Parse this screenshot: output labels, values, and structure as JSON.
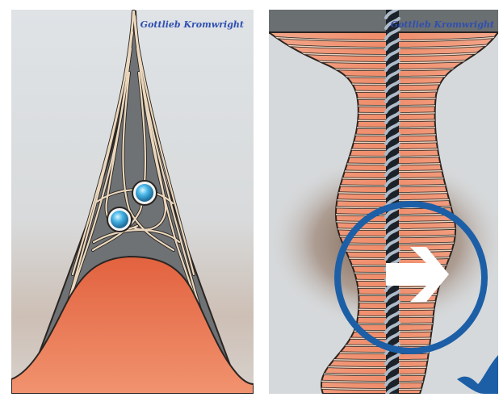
{
  "panels": {
    "left": {
      "signature": "Gottlieb Kromwright",
      "bubbles": 2,
      "colors": {
        "background": "#d7dbdf",
        "orange_region": "#ee7a57",
        "dark_fill": "#6e7275",
        "strand": "#ead7bd",
        "outline": "#2a2522",
        "bubble": "#49b7e8"
      }
    },
    "right": {
      "signature": "Gottlieb Kromwright",
      "colors": {
        "background": "#d6d9db",
        "tissue": "#f0a487",
        "strand": "#ead3c0",
        "outline": "#2b2421",
        "shadow": "#6c5241",
        "ring": "#1c5fa6",
        "arrow": "#ffffff",
        "rope_dark": "#1c2229",
        "rope_light": "#aebbc9"
      },
      "icons": [
        "helical-rope-icon",
        "ring-icon",
        "right-arrow-icon",
        "checkmark-fragment-icon"
      ]
    }
  }
}
